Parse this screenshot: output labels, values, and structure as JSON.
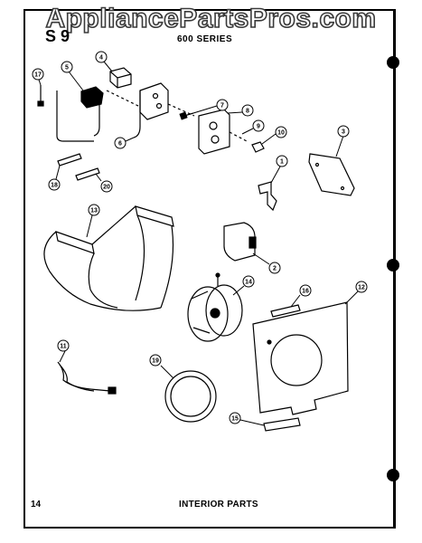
{
  "watermark": "AppliancePartsPros.com",
  "section_mark": "S 9",
  "header": {
    "series": "600 SERIES"
  },
  "footer": {
    "page_number": "14",
    "title": "INTERIOR PARTS"
  },
  "callouts": [
    "17",
    "5",
    "4",
    "6",
    "7",
    "8",
    "9",
    "10",
    "3",
    "1",
    "18",
    "20",
    "13",
    "2",
    "14",
    "16",
    "12",
    "11",
    "19",
    "15"
  ]
}
